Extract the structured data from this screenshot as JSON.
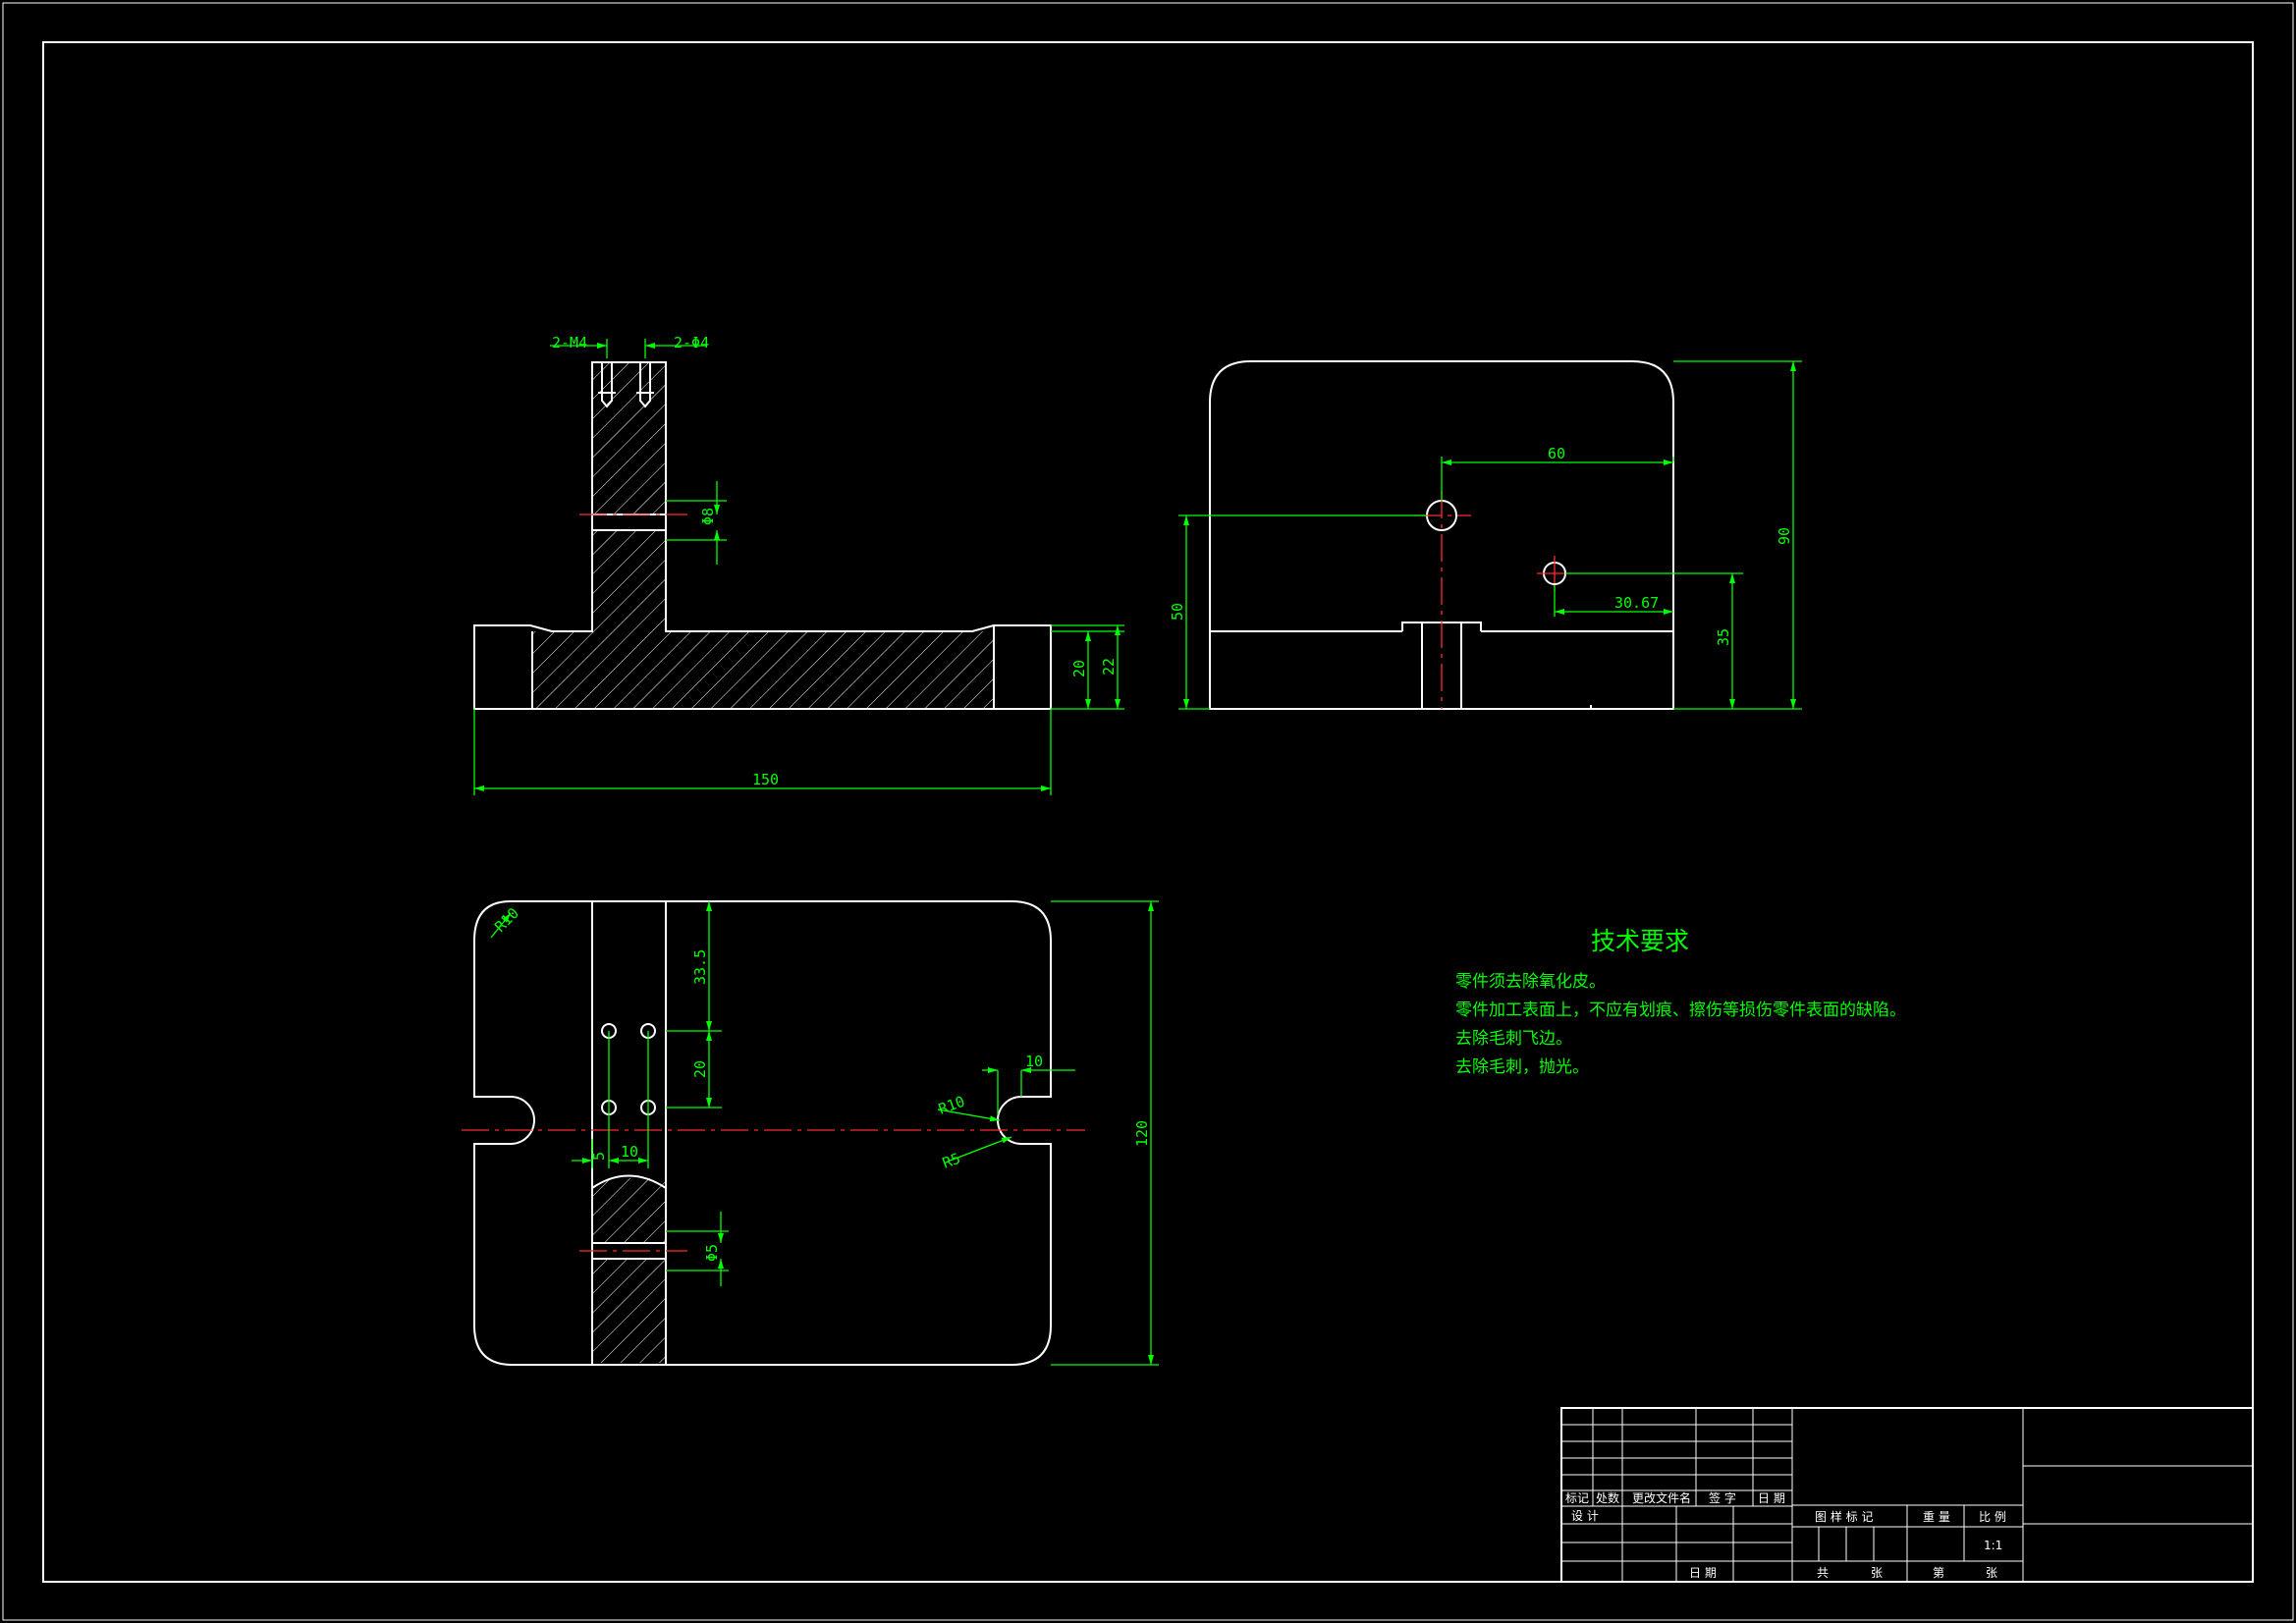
{
  "dims": {
    "d_2m4": "2-M4",
    "d_2phi4": "2-Φ4",
    "d_phi8": "Φ8",
    "d_20": "20",
    "d_22": "22",
    "d_150": "150",
    "d_60": "60",
    "d_90": "90",
    "d_50": "50",
    "d_3067": "30.67",
    "d_35": "35",
    "d_r10a": "R10",
    "d_335": "33.5",
    "d_20b": "20",
    "d_5": "5",
    "d_10a": "10",
    "d_phi5": "Φ5",
    "d_10b": "10",
    "d_r10b": "R10",
    "d_r5": "R5",
    "d_120": "120"
  },
  "tech": {
    "title": "技术要求",
    "items": [
      "零件须去除氧化皮。",
      "零件加工表面上，不应有划痕、擦伤等损伤零件表面的缺陷。",
      "去除毛刺飞边。",
      "去除毛刺，抛光。"
    ]
  },
  "title_block": {
    "h_mark": "标记",
    "h_count": "处数",
    "h_docno": "更改文件名",
    "h_sign": "签 字",
    "h_date": "日 期",
    "design": "设 计",
    "date2": "日 期",
    "stage_mark": "图 样 标 记",
    "weight": "重 量",
    "scale": "比 例",
    "scale_val": "1:1",
    "total": "共",
    "sheets": "张",
    "sheet_no": "第",
    "sheet_unit": "张"
  },
  "colors": {
    "background": "#000000",
    "outline": "#ffffff",
    "dimension": "#00ff00",
    "centerline": "#ff2a2a"
  }
}
